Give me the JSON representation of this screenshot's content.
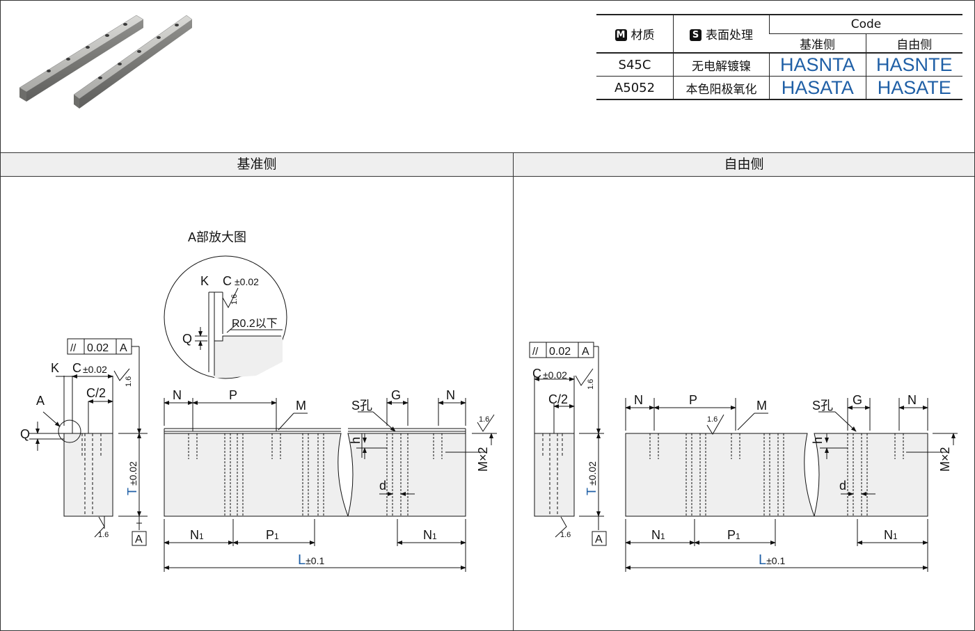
{
  "table": {
    "material_header": "材质",
    "surface_header": "表面处理",
    "code_header": "Code",
    "ref_side": "基准侧",
    "free_side": "自由侧",
    "material_badge": "M",
    "surface_badge": "S",
    "rows": [
      {
        "material": "S45C",
        "surface": "无电解镀镍",
        "ref_code": "HASNTA",
        "free_code": "HASNTE"
      },
      {
        "material": "A5052",
        "surface": "本色阳极氧化",
        "ref_code": "HASATA",
        "free_code": "HASATE"
      }
    ]
  },
  "sections": {
    "left_title": "基准侧",
    "right_title": "自由侧"
  },
  "detail": {
    "title": "A部放大图",
    "k": "K",
    "c": "C",
    "tol": "±0.02",
    "roughness": "1.6",
    "radius": "R0.2以下",
    "q": "Q"
  },
  "dims": {
    "flatness": "0.02",
    "datum": "A",
    "k": "K",
    "c": "C",
    "c_tol": "±0.02",
    "c_half": "C/2",
    "a_label": "A",
    "q": "Q",
    "t": "T",
    "t_tol": "±0.02",
    "roughness": "1.6",
    "n": "N",
    "p": "P",
    "m": "M",
    "s_hole": "S孔",
    "g": "G",
    "h": "h",
    "d": "d",
    "mx2": "M×2",
    "n1": "N",
    "p1": "P",
    "sub1": "1",
    "l": "L",
    "l_tol": "±0.1"
  },
  "colors": {
    "code_blue": "#1f5fa6",
    "part_fill": "#efefef"
  }
}
